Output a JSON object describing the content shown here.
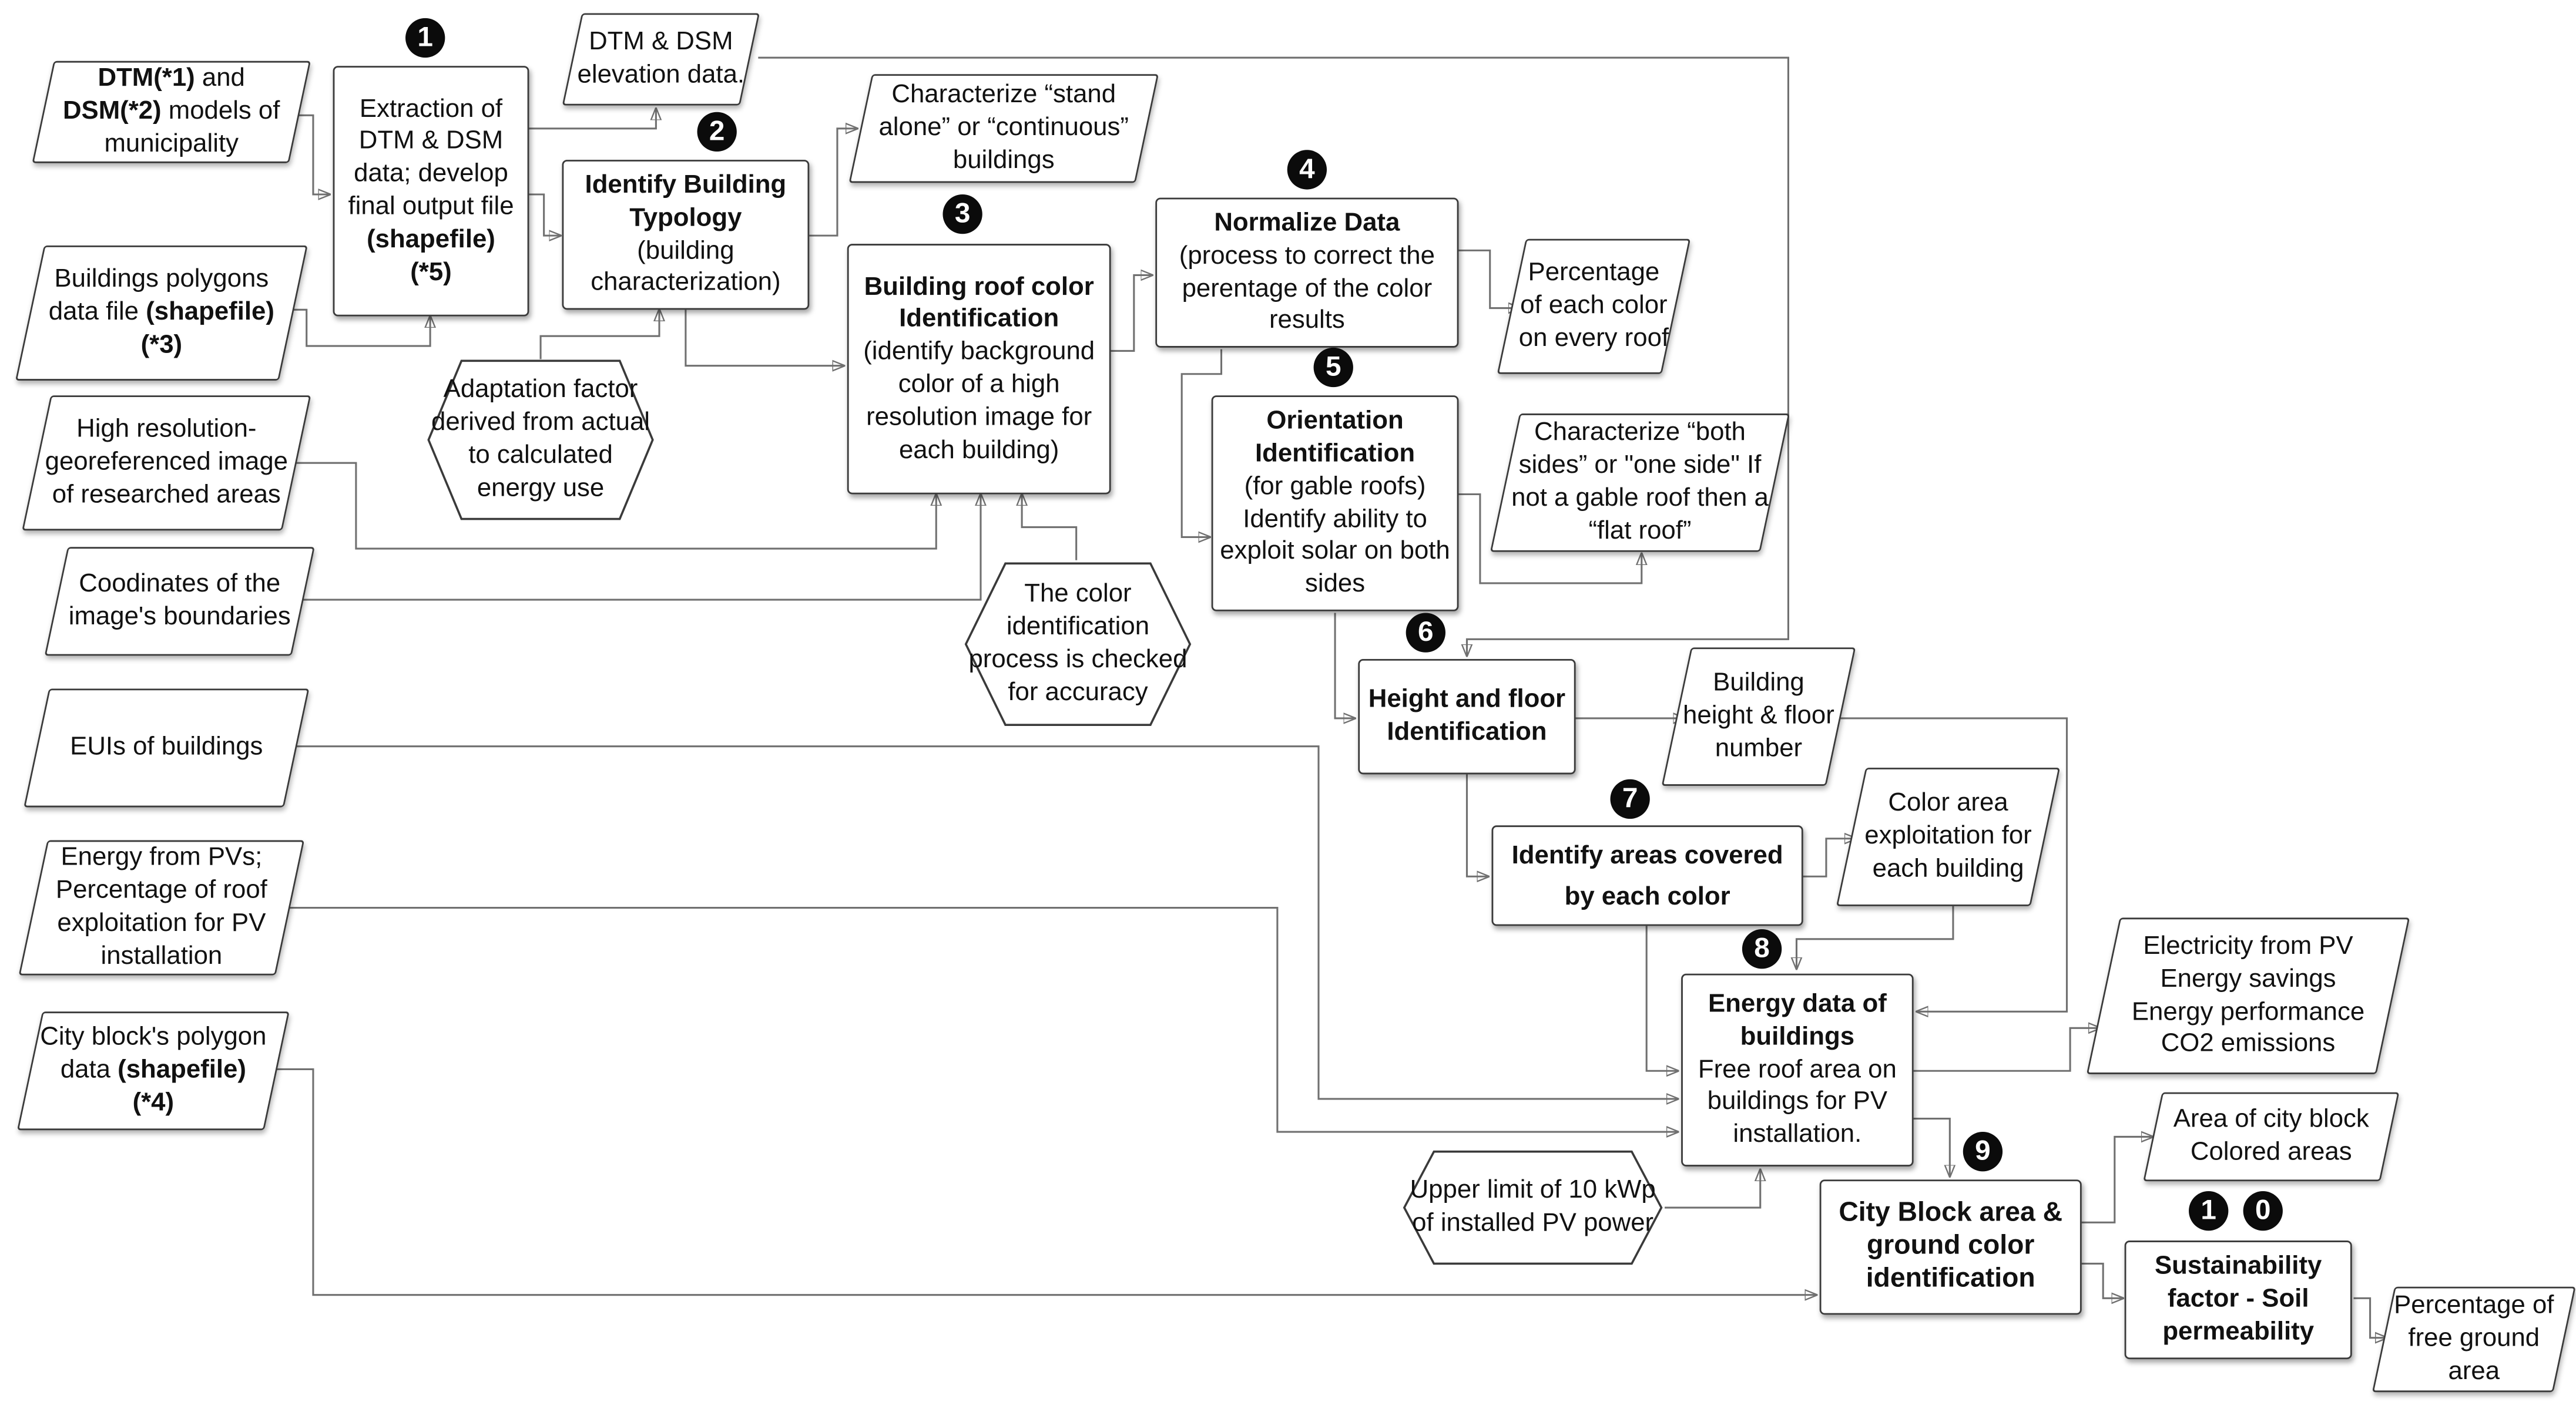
{
  "nodes": {
    "in_dtm": [
      "DTM(*1)",
      " and ",
      "DSM(*2)",
      " models of municipality"
    ],
    "extraction": "Extraction of DTM & DSM data; develop final output file",
    "extraction_bold": "(shapefile)\n(*5)",
    "dtm_out": "DTM & DSM elevation data.",
    "typology_title": "Identify Building Typology",
    "typology_text": "(building characterization)",
    "standalone": "Characterize “stand alone” or “continuous” buildings",
    "buildings_polys": "Buildings polygons data file",
    "buildings_polys_bold": "(shapefile)(*3)",
    "adaptation": "Adaptation factor  derived from actual to calculated energy use",
    "roof_color_title": "Building roof color Identification",
    "roof_color_text": "(identify background color of a high resolution image for each building)",
    "high_res": "High resolution-georeferenced image of researched areas",
    "coords": "Coodinates of the image's boundaries",
    "color_check": "The color identification process  is checked for accuracy",
    "normalize_title": "Normalize Data",
    "normalize_text": "(process to correct the perentage of the color results",
    "percent_color": "Percentage of each color on every roof",
    "orientation_title": "Orientation Identification",
    "orientation_text": "(for gable roofs) Identify ability to exploit solar on both sides",
    "both_sides": "Characterize “both sides” or \"one side\" If not a gable roof then a “flat roof”",
    "euis": "EUIs of buildings",
    "height_title": "Height and floor Identification",
    "building_height": "Building height & floor number",
    "areas_title": "Identify areas covered by each color",
    "color_area": "Color area exploitation for each building",
    "energy_pvs": "Energy from PVs; Percentage of roof exploitation for PV installation",
    "energy_data_title": "Energy data of buildings",
    "energy_data_text": "Free roof area on buildings for PV installation.",
    "electricity": "Electricity from PV\nEnergy savings\nEnergy performance\nCO2 emissions",
    "city_polygon": "City block's polygon data",
    "city_polygon_bold": "(shapefile)",
    "city_polygon_tail": "(*4)",
    "upper_limit": "Upper limit of 10 kWp of installed PV power",
    "city_block_title": "City Block area & ground color identification",
    "area_city": "Area of city block\nColored areas",
    "sustainability_title": "Sustainability factor - Soil permeability",
    "percent_free": "Percentage of free ground area"
  },
  "badges": [
    "1",
    "2",
    "3",
    "4",
    "5",
    "6",
    "7",
    "8",
    "9",
    "1",
    "0"
  ],
  "colors": {
    "badge_fill": "#0b0b0b",
    "badge_text": "#ffffff",
    "connector": "#707070",
    "border": "#3a3a3a"
  }
}
